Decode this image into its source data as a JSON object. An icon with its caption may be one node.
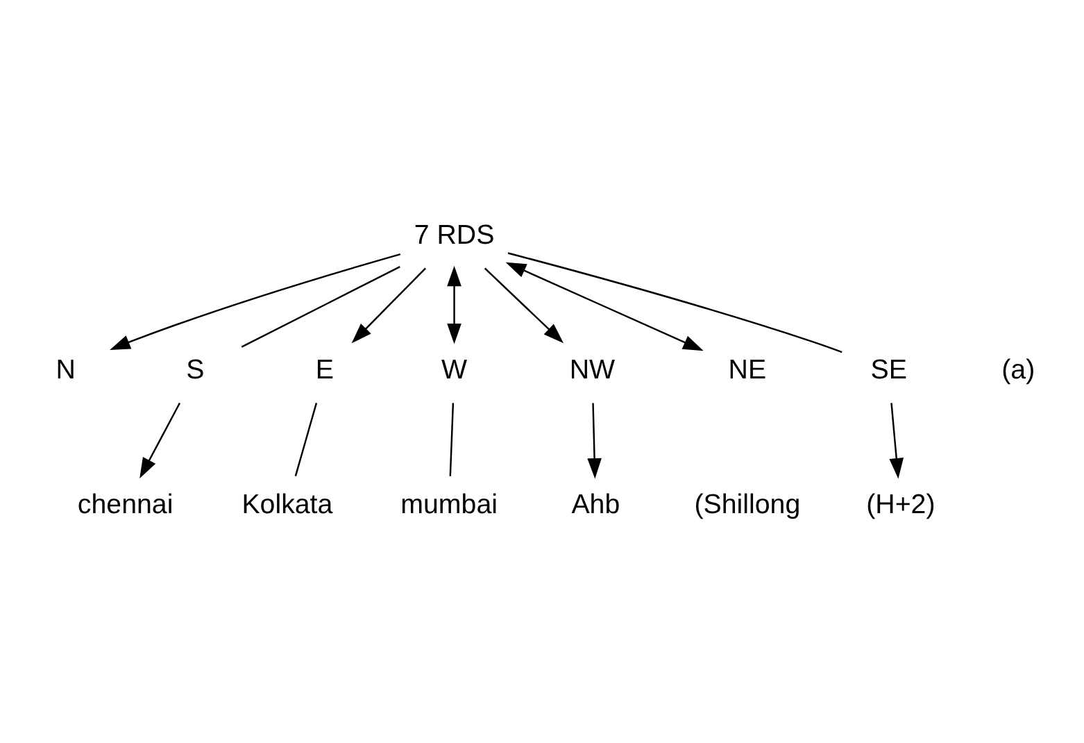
{
  "diagram": {
    "nodes": [
      {
        "text": [
          "7 RDS"
        ]
      },
      {
        "text": [
          "N"
        ]
      },
      {
        "text": [
          "S"
        ]
      },
      {
        "text": [
          "E"
        ]
      },
      {
        "text": [
          "W"
        ]
      },
      {
        "text": [
          "NW"
        ]
      },
      {
        "text": [
          "NE"
        ],
        "beside": [
          "(Shillong"
        ]
      },
      {
        "text": [
          "SE"
        ]
      },
      {
        "text": [
          "chennai"
        ]
      },
      {
        "text": [
          "Kolkata"
        ]
      },
      {
        "text": [
          "mumbai"
        ]
      },
      {
        "text": [
          "Ahb"
        ]
      },
      {
        "text": [
          "(H+2)"
        ]
      }
    ],
    "edges": [
      {
        "from": 0,
        "to": 1,
        "arrow": "to"
      },
      {
        "from": 0,
        "to": 2,
        "arrow": "none"
      },
      {
        "from": 0,
        "to": 3,
        "arrow": "to"
      },
      {
        "from": 0,
        "to": 4,
        "arrow": "both"
      },
      {
        "from": 0,
        "to": 6,
        "arrow": "both"
      },
      {
        "from": 0,
        "to": 5,
        "arrow": "to"
      },
      {
        "from": 0,
        "to": 7,
        "arrow": "none"
      },
      {
        "from": 2,
        "to": 8,
        "arrow": "to"
      },
      {
        "from": 3,
        "to": 9,
        "arrow": "none"
      },
      {
        "from": 4,
        "to": 10,
        "arrow": "none"
      },
      {
        "from": 5,
        "to": 11,
        "arrow": "to"
      },
      {
        "from": 7,
        "to": 12,
        "arrow": "to"
      }
    ],
    "labels": [
      "(a)"
    ]
  }
}
